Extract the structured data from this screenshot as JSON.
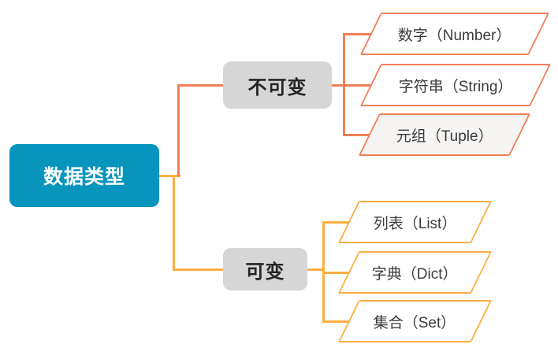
{
  "diagram": {
    "type": "mindmap",
    "background": "#ffffff",
    "root": {
      "label": "数据类型",
      "fill": "#0795BD",
      "text_color": "#ffffff"
    },
    "branches": [
      {
        "label": "不可变",
        "fill": "#D6D6D6",
        "text_color": "#242424",
        "line_color": "#F27E57",
        "children": [
          {
            "label": "数字（Number）",
            "shape": "parallelogram",
            "fill": "#ffffff",
            "border_color": "#F27E57"
          },
          {
            "label": "字符串（String）",
            "shape": "parallelogram",
            "fill": "#ffffff",
            "border_color": "#F27E57"
          },
          {
            "label": "元组（Tuple）",
            "shape": "parallelogram",
            "fill": "#F5F4F2",
            "border_color": "#F27E57"
          }
        ]
      },
      {
        "label": "可变",
        "fill": "#D6D6D6",
        "text_color": "#242424",
        "line_color": "#FBAE43",
        "children": [
          {
            "label": "列表（List）",
            "shape": "parallelogram",
            "fill": "#ffffff",
            "border_color": "#FBAE43"
          },
          {
            "label": "字典（Dict）",
            "shape": "parallelogram",
            "fill": "#ffffff",
            "border_color": "#FBAE43"
          },
          {
            "label": "集合（Set）",
            "shape": "parallelogram",
            "fill": "#ffffff",
            "border_color": "#FBAE43"
          }
        ]
      }
    ]
  }
}
